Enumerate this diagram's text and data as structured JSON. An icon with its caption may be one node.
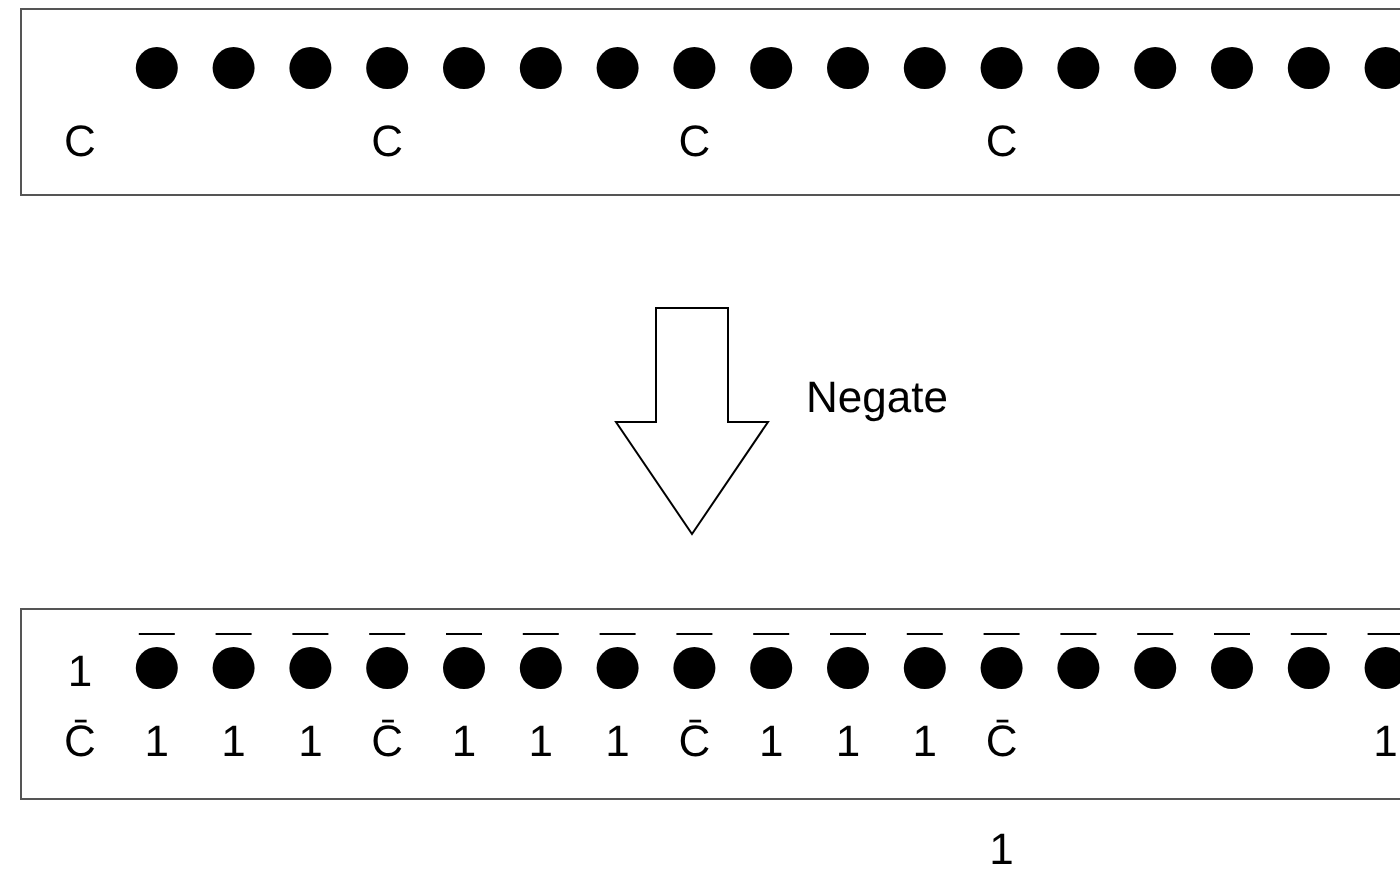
{
  "diagram": {
    "nodes": [
      {
        "text": [
          "C",
          "C",
          "C",
          "C"
        ]
      },
      {
        "text": [
          "1",
          "C̄",
          "1",
          "1",
          "1",
          "C̄",
          "1",
          "1",
          "1",
          "C̄",
          "1",
          "1",
          "1",
          "C̄",
          "1"
        ]
      }
    ],
    "edges": [
      {
        "from": 0,
        "to": 1,
        "arrow": "to",
        "label": "Negate"
      }
    ],
    "labels": [
      "1"
    ]
  }
}
